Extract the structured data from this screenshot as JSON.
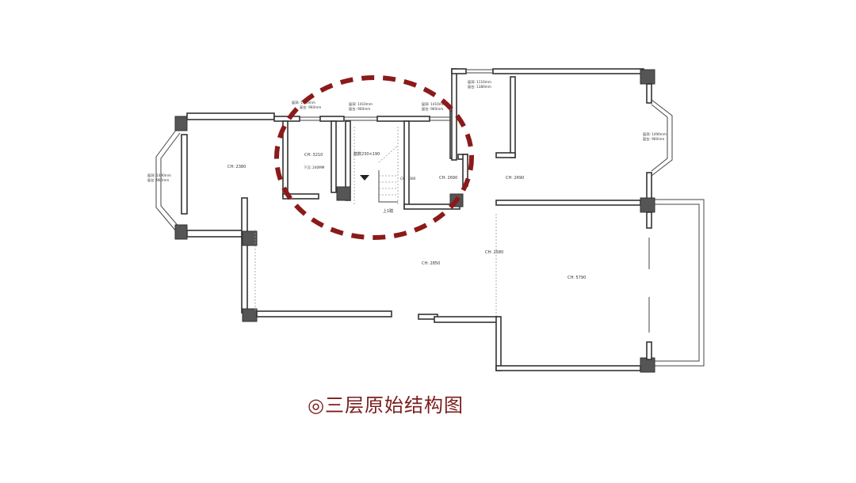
{
  "caption": {
    "symbol": "◎",
    "title": "三层原始结构图"
  },
  "colors": {
    "highlight": "#8b1a1a",
    "wall": "#333333",
    "column": "#555555"
  },
  "labels": {
    "left_window": [
      "窗洞: 1490mm",
      "窗台: 960mm"
    ],
    "left_room": "CH: 2380",
    "win_a": [
      "窗洞: 1410mm",
      "窗台: 960mm"
    ],
    "win_b": [
      "窗洞: 1410mm",
      "窗台: 900mm"
    ],
    "win_c": [
      "窗洞: 1410mm",
      "窗台: 960mm"
    ],
    "win_d": [
      "窗洞: 1110mm",
      "窗台: 1380mm"
    ],
    "right_window": [
      "窗洞: 1490mm",
      "窗台: 960mm"
    ],
    "small_room_ch": "CH: 3210",
    "small_room_beam": "下沉: 240MM",
    "stairs": "踏数230×190",
    "stairs_ch": "CH: 2380",
    "stairs_up": "上1踏",
    "room_b_ch": "CH: 2690",
    "corridor_ch": "CH: 2690",
    "central_ch": "CH: 2850",
    "mid_ch": "CH: 2580",
    "right_room_ch": "CH: 5790"
  }
}
